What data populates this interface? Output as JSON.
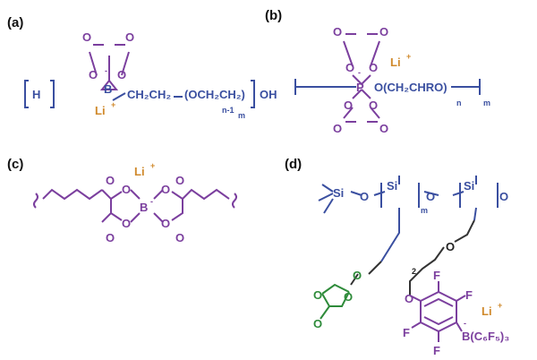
{
  "panels": {
    "a": {
      "label": "(a)",
      "atoms": {
        "o": "O",
        "b": "B",
        "minus": "-",
        "li": "Li",
        "plus": "+",
        "h": "H"
      },
      "chain": "CH₂CH₂",
      "repeat": "(OCH₂CH₂)",
      "n_sub": "n-1",
      "m_sub": "m",
      "end": "OH"
    },
    "b": {
      "label": "(b)",
      "atoms": {
        "o": "O",
        "p": "P",
        "minus": "-",
        "li": "Li",
        "plus": "+"
      },
      "chain": "O(CH₂CHRO)",
      "n_sub": "n",
      "m_sub": "m"
    },
    "c": {
      "label": "(c)",
      "atoms": {
        "o": "O",
        "b": "B",
        "minus": "-",
        "li": "Li",
        "plus": "+"
      }
    },
    "d": {
      "label": "(d)",
      "atoms": {
        "si": "Si",
        "o": "O",
        "f": "F",
        "li": "Li",
        "plus": "+",
        "minus": "-"
      },
      "m_sub": "m",
      "two": "2",
      "borate": "B(C₆F₅)₃"
    }
  },
  "colors": {
    "purple": "#7b3f9e",
    "blue": "#3a4fa0",
    "orange": "#d08a2c",
    "green": "#2e8b3a"
  }
}
